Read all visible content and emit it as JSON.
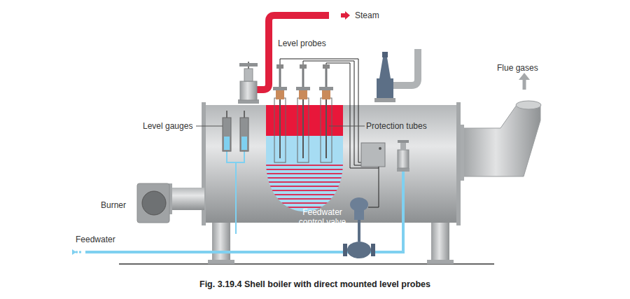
{
  "diagram": {
    "caption": "Fig. 3.19.4 Shell boiler with direct mounted level probes",
    "labels": [
      "Steam",
      "Level probes",
      "Flue gases",
      "Level gauges",
      "Protection tubes",
      "Burner",
      "Feedwater control valve",
      "Feedwater"
    ]
  }
}
